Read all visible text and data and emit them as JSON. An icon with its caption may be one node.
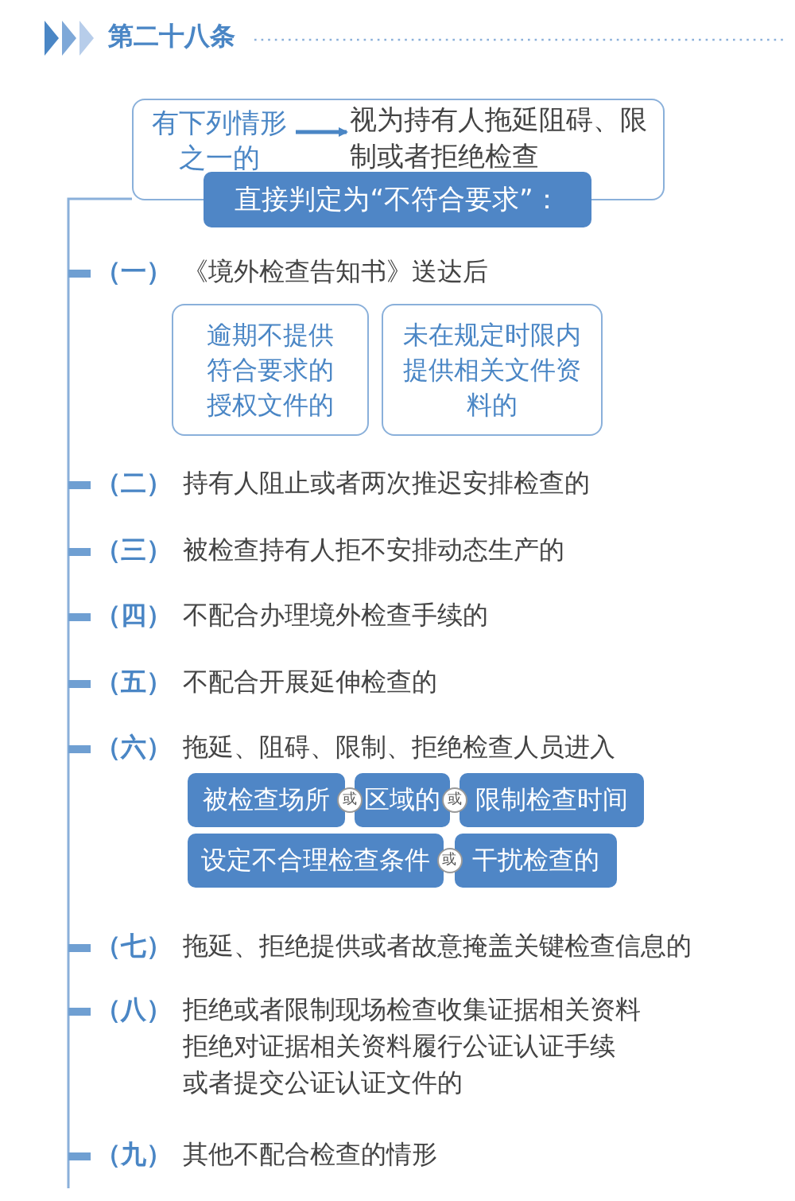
{
  "diagram": {
    "title": "第二十八条",
    "nodes": [
      {
        "text": [],
        "shape": "box"
      },
      {
        "text": [
          "有下列情形之一的"
        ],
        "in": 0
      },
      {
        "text": [
          "视为持有人拖延阻碍、限制或者拒绝检查"
        ],
        "in": 0
      },
      {
        "text": [
          "直接判定为“不符合要求”："
        ]
      },
      {
        "text": [
          "（一）",
          "《境外检查告知书》送达后"
        ]
      },
      {
        "text": [
          "逾期不提供符合要求的授权文件的"
        ]
      },
      {
        "text": [
          "未在规定时限内提供相关文件资料的"
        ]
      },
      {
        "text": [
          "（二）",
          "持有人阻止或者两次推迟安排检查的"
        ]
      },
      {
        "text": [
          "（三）",
          "被检查持有人拒不安排动态生产的"
        ]
      },
      {
        "text": [
          "（四）",
          "不配合办理境外检查手续的"
        ]
      },
      {
        "text": [
          "（五）",
          "不配合开展延伸检查的"
        ]
      },
      {
        "text": [
          "（六）",
          "拖延、阻碍、限制、拒绝检查人员进入"
        ]
      },
      {
        "text": [
          "被检查场所"
        ]
      },
      {
        "text": [
          "区域的"
        ]
      },
      {
        "text": [
          "限制检查时间"
        ]
      },
      {
        "text": [
          "设定不合理检查条件"
        ]
      },
      {
        "text": [
          "干扰检查的"
        ]
      },
      {
        "text": [
          "（七）",
          "拖延、拒绝提供或者故意掩盖关键检查信息的"
        ]
      },
      {
        "text": [
          "（八）",
          "拒绝或者限制现场检查收集证据相关资料",
          "拒绝对证据相关资料履行公证认证手续",
          "或者提交公证认证文件的"
        ]
      },
      {
        "text": [
          "（九）",
          "其他不配合检查的情形"
        ]
      }
    ],
    "edges": [
      {
        "from": 1,
        "to": 2,
        "arrow": "to"
      },
      {
        "from": 0,
        "to": 4,
        "arrow": "none"
      },
      {
        "from": 0,
        "to": 7,
        "arrow": "none"
      },
      {
        "from": 0,
        "to": 8,
        "arrow": "none"
      },
      {
        "from": 0,
        "to": 9,
        "arrow": "none"
      },
      {
        "from": 0,
        "to": 10,
        "arrow": "none"
      },
      {
        "from": 0,
        "to": 11,
        "arrow": "none"
      },
      {
        "from": 0,
        "to": 17,
        "arrow": "none"
      },
      {
        "from": 0,
        "to": 18,
        "arrow": "none"
      },
      {
        "from": 0,
        "to": 19,
        "arrow": "none"
      }
    ],
    "labels": [
      "或",
      "或",
      "或"
    ]
  }
}
